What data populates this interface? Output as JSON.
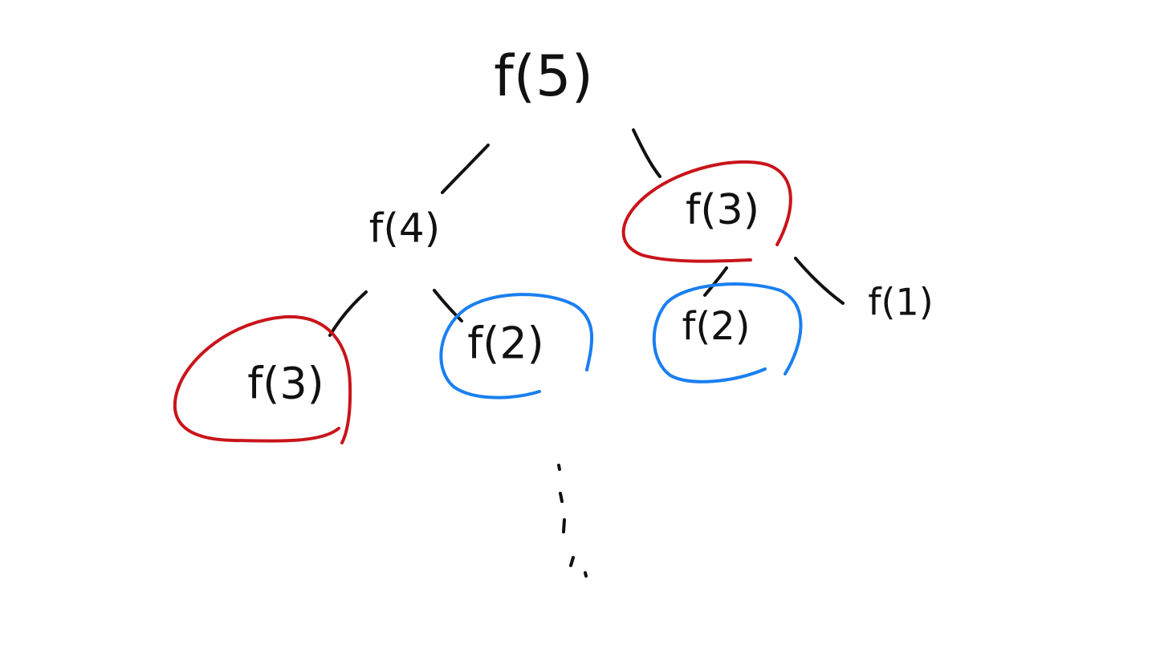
{
  "colors": {
    "ink": "#111111",
    "repeat_red": "#c8151b",
    "repeat_blue": "#1a7ff0"
  },
  "nodes": {
    "root": "f(5)",
    "left": "f(4)",
    "right": "f(3)",
    "left_left": "f(3)",
    "left_right": "f(2)",
    "right_left": "f(2)",
    "right_right": "f(1)"
  },
  "continuation": "⋮"
}
